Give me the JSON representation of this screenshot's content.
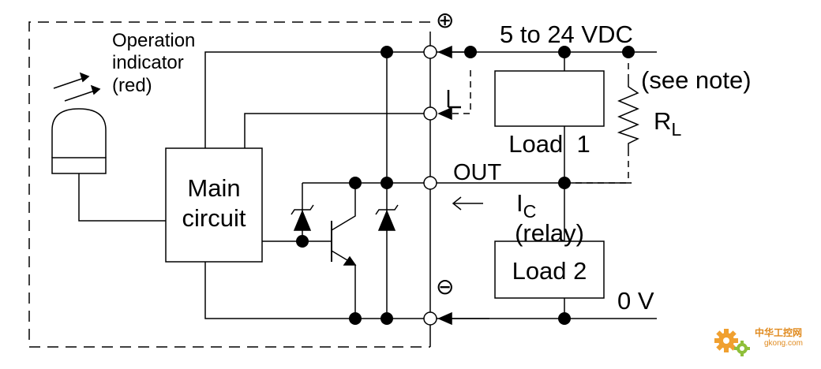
{
  "labels": {
    "operation_indicator": [
      "Operation",
      "indicator",
      "(red)"
    ],
    "main_circuit": [
      "Main",
      "circuit"
    ],
    "load1": [
      "Load  1",
      "(relay)"
    ],
    "load2": "Load 2",
    "supply": "5 to 24 VDC",
    "zero_v": "0 V",
    "out": "OUT",
    "see_note": "(see note)",
    "rl_main": "R",
    "rl_sub": "L",
    "ic_main": "I",
    "ic_sub": "C",
    "plus_symbol": "⊕",
    "minus_symbol": "⊖"
  },
  "watermark": {
    "text": "中华工控网",
    "url": "gkong.com"
  },
  "colors": {
    "line": "#000000",
    "background": "#ffffff",
    "watermark": "#e08a1e"
  }
}
